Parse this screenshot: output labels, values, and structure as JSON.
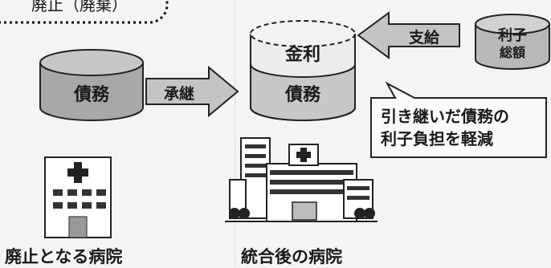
{
  "top_box": {
    "label": "廃止（廃棄）"
  },
  "left_cylinder": {
    "label": "債務"
  },
  "arrow_inherit": {
    "label": "承継"
  },
  "merged_cylinder": {
    "top_label": "金利",
    "bottom_label": "債務"
  },
  "arrow_supply": {
    "label": "支給"
  },
  "interest_cylinder": {
    "line1": "利子",
    "line2": "総額"
  },
  "callout": {
    "line1": "引き継いだ債務の",
    "line2": "利子負担を軽減"
  },
  "captions": {
    "left": "廃止となる病院",
    "center": "統合後の病院"
  }
}
